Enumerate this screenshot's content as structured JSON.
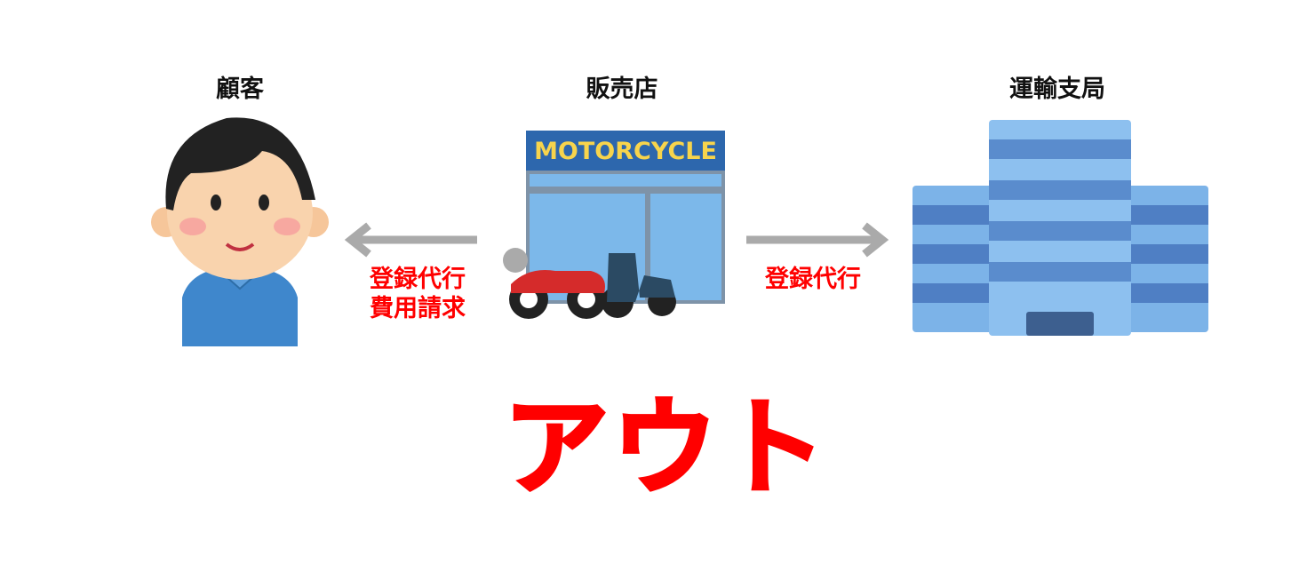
{
  "actors": {
    "customer": "顧客",
    "dealer": "販売店",
    "transport_bureau": "運輸支局"
  },
  "store_sign": "MOTORCYCLE",
  "arrows": {
    "left": {
      "line1": "登録代行",
      "line2": "費用請求"
    },
    "right": {
      "line1": "登録代行"
    }
  },
  "verdict": "アウト",
  "colors": {
    "accent": "#ff0000",
    "arrow": "#aaaaaa",
    "building": "#6fa3dc"
  }
}
